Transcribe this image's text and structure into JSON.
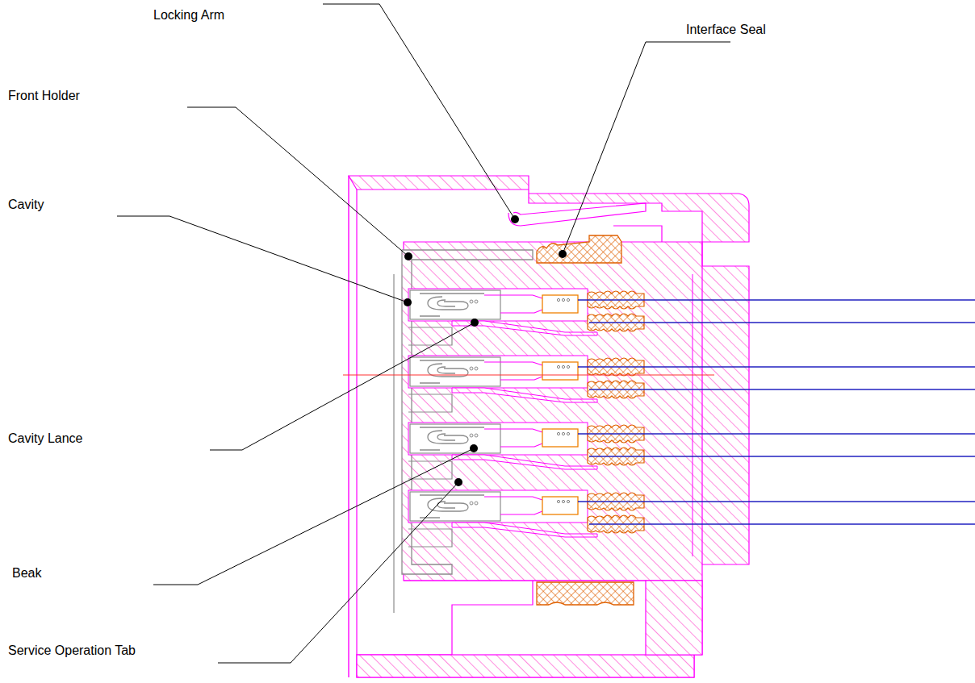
{
  "diagram": {
    "labels": [
      "Locking Arm",
      "Interface Seal",
      "Front Holder",
      "Cavity",
      "Cavity Lance",
      "Beak",
      "Service Operation Tab"
    ]
  }
}
